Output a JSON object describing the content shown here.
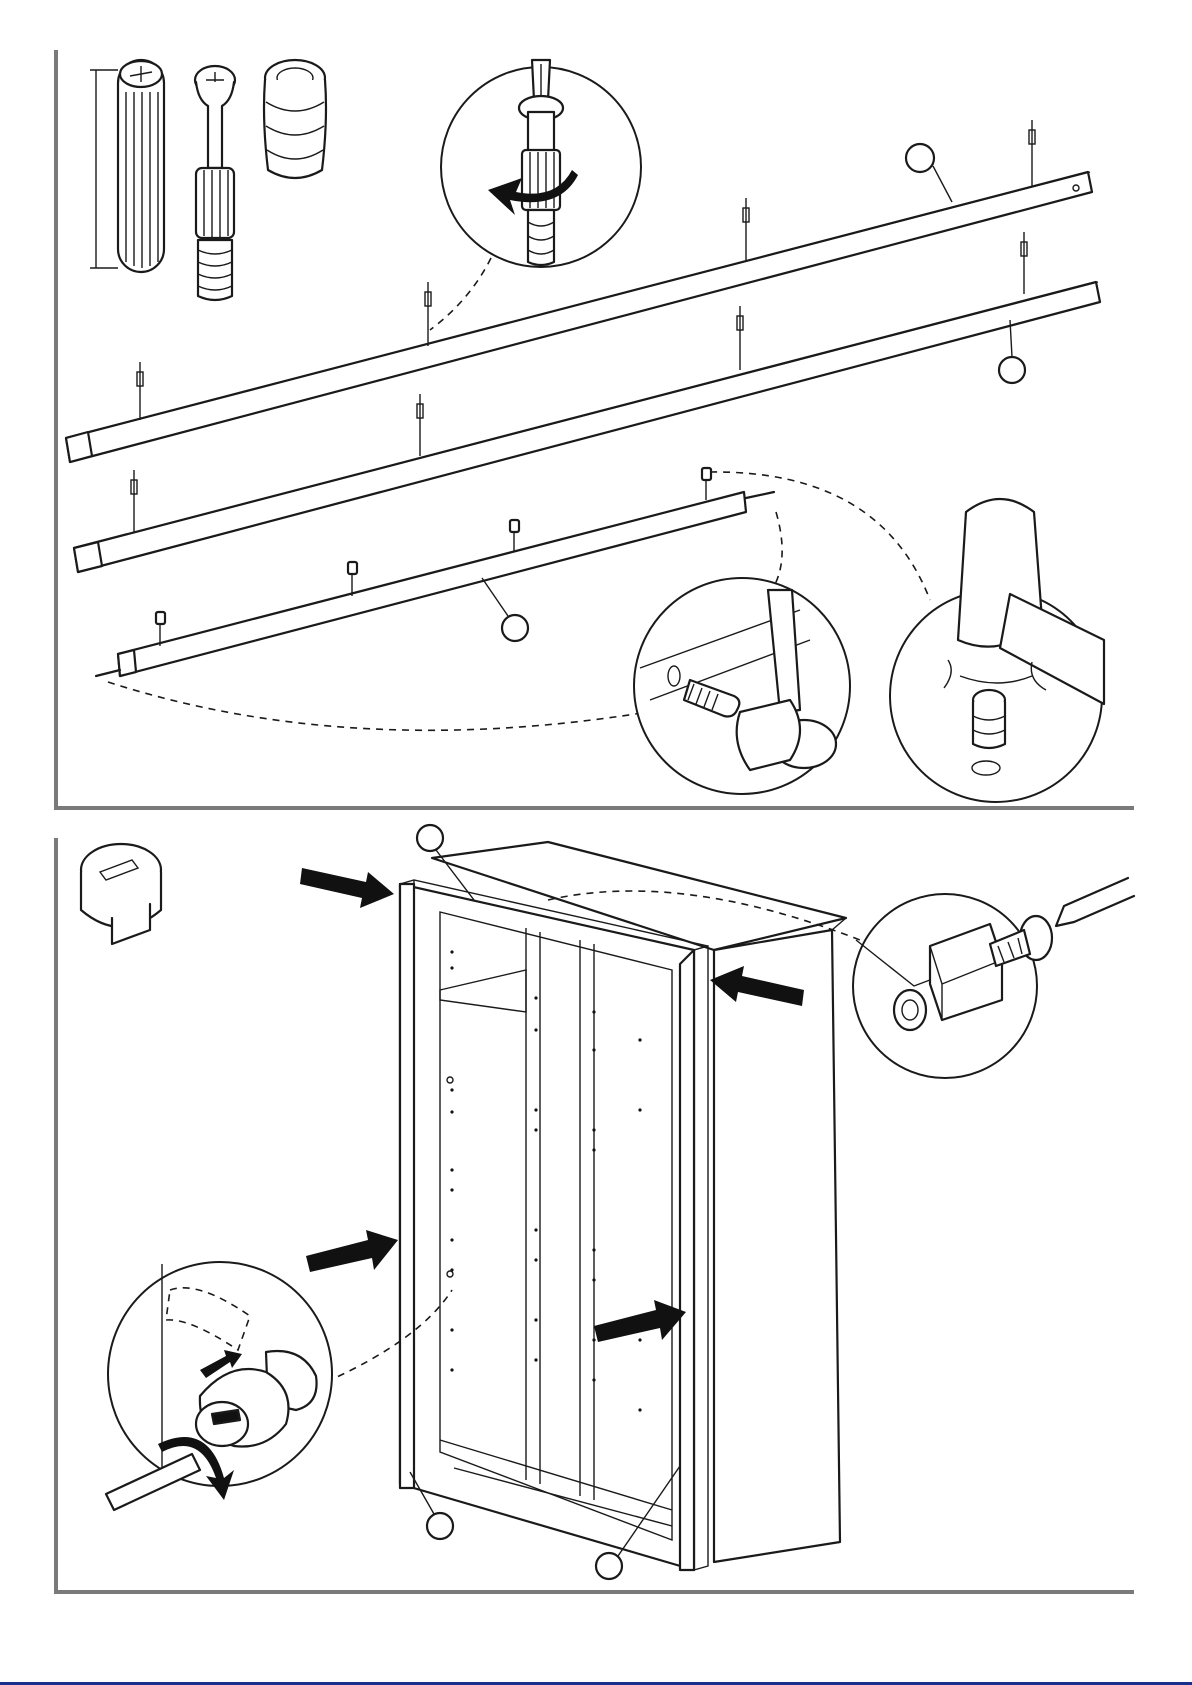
{
  "document": {
    "type": "assembly-instructions",
    "panels": [
      {
        "name": "step-rails-fittings",
        "callout_labels": [
          "",
          "",
          ""
        ]
      },
      {
        "name": "step-frame-assembly",
        "callout_labels": [
          "",
          "",
          ""
        ]
      }
    ]
  },
  "colors": {
    "ink": "#1a1a1a",
    "frame": "#7a7a7a",
    "page": "#ffffff",
    "bottom_rule": "#1a2f8c"
  },
  "icons": [
    "wooden-dowel-icon",
    "cam-bolt-icon",
    "insert-nut-icon",
    "screwdriver-icon",
    "hammer-icon",
    "cam-lock-icon",
    "arrow-icon"
  ]
}
